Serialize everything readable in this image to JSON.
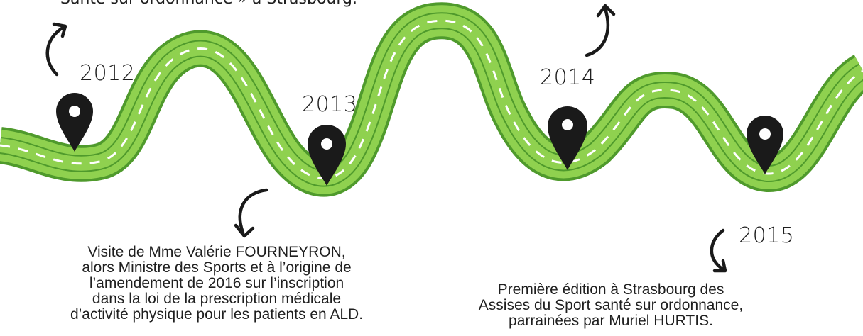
{
  "timeline": {
    "top_caption": "Santé sur ordonnance » à Strasbourg.",
    "milestones": [
      {
        "year": "2012"
      },
      {
        "year": "2013"
      },
      {
        "year": "2014"
      },
      {
        "year": "2015"
      }
    ],
    "captions": {
      "visit_2013": "Visite de Mme Valérie FOURNEYRON,\nalors Ministre des Sports et à l’origine de\nl’amendement de 2016 sur l’inscription\ndans la loi de la prescription médicale\nd’activité physique pour les patients en ALD.",
      "first_edition_2015": "Première édition à Strasbourg des\nAssises du Sport santé sur ordonnance,\nparrainées par Muriel HURTIS."
    }
  },
  "colors": {
    "road_outer": "#8fd14f",
    "road_border": "#4f9a2c",
    "dashes": "#ffffff",
    "pin": "#1a1a1a",
    "pin_hole": "#ffffff",
    "text": "#1f1f1f"
  },
  "icons": [
    "map-pin-icon",
    "curved-arrow-icon"
  ]
}
